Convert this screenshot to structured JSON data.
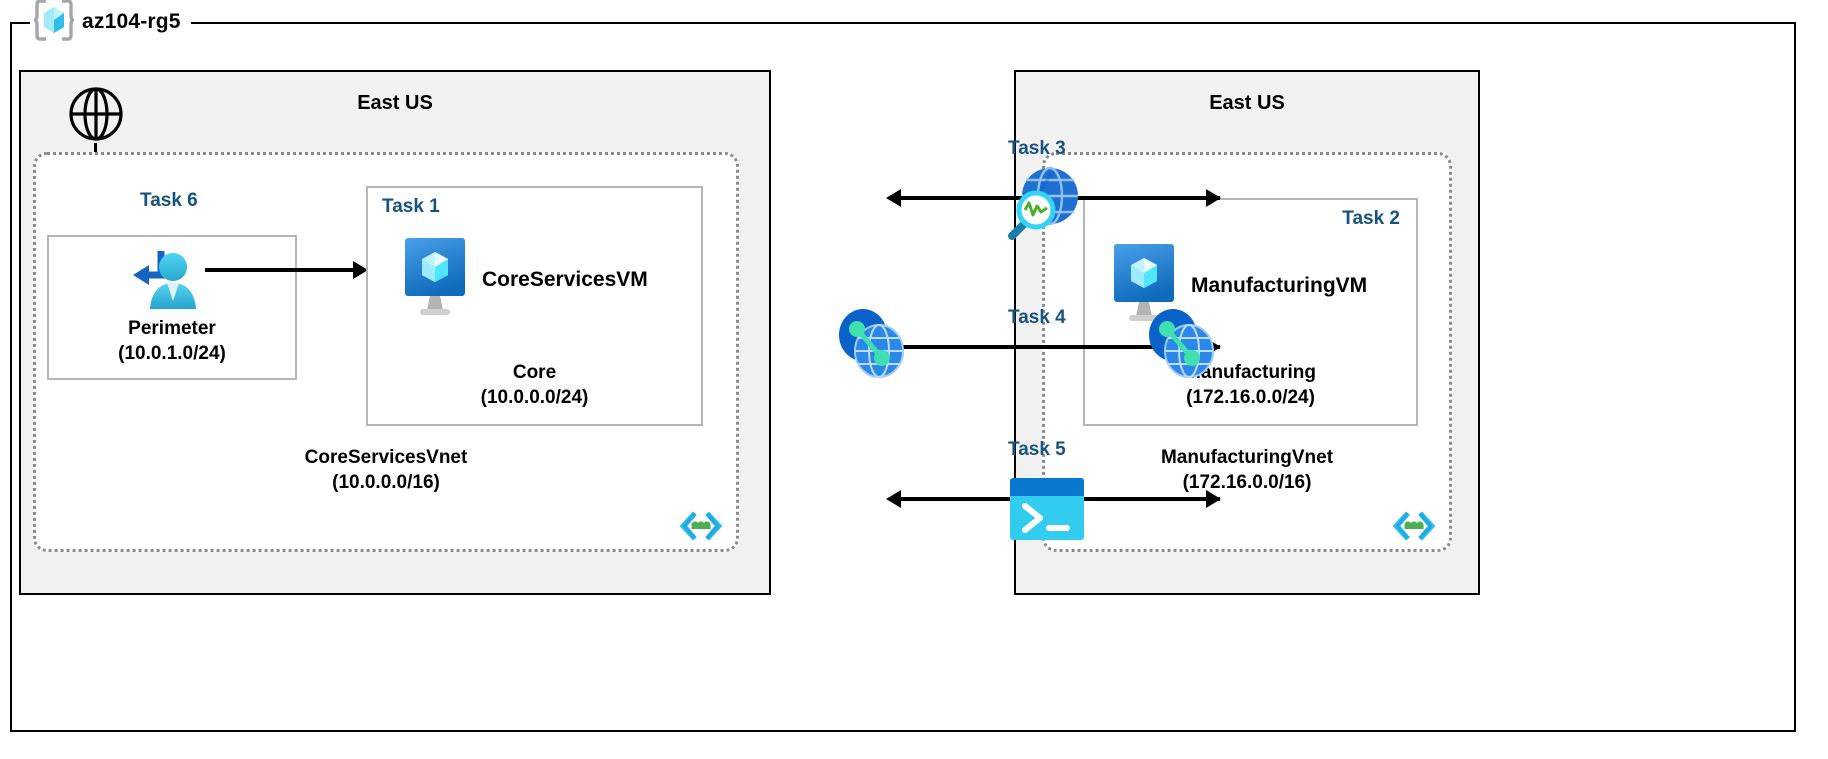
{
  "diagram": {
    "resource_group": {
      "name": "az104-rg5",
      "icon": "azure-resource-group-icon"
    },
    "regions": [
      {
        "id": "left",
        "title": "East US"
      },
      {
        "id": "right",
        "title": "East US"
      }
    ],
    "vnets": [
      {
        "id": "core-services-vnet",
        "name": "CoreServicesVnet",
        "address_space": "(10.0.0.0/16)",
        "icon": "virtual-network-icon"
      },
      {
        "id": "manufacturing-vnet",
        "name": "ManufacturingVnet",
        "address_space": "(172.16.0.0/16)",
        "icon": "virtual-network-icon"
      }
    ],
    "subnets": [
      {
        "id": "perimeter",
        "task": "Task 6",
        "name": "Perimeter",
        "address_space": "(10.0.1.0/24)",
        "icon": "user-route-icon"
      },
      {
        "id": "core",
        "task": "Task 1",
        "name": "Core",
        "address_space": "(10.0.0.0/24)",
        "vm": "CoreServicesVM",
        "icon": "virtual-machine-icon"
      },
      {
        "id": "manufacturing",
        "task": "Task 2",
        "name": "Manufacturing",
        "address_space": "(172.16.0.0/24)",
        "vm": "ManufacturingVM",
        "icon": "virtual-machine-icon"
      }
    ],
    "connections": [
      {
        "id": "task3",
        "task": "Task 3",
        "icon": "network-watcher-icon",
        "direction": "bidirectional"
      },
      {
        "id": "task4",
        "task": "Task 4",
        "icon": "vnet-peering-icon",
        "direction": "bidirectional"
      },
      {
        "id": "task5",
        "task": "Task 5",
        "icon": "cloud-shell-icon",
        "direction": "bidirectional"
      }
    ],
    "internet": {
      "icon": "internet-globe-icon"
    },
    "colors": {
      "task_label": "#16537e",
      "region_fill": "#f1f1f1",
      "vnet_border": "#8a8a8a",
      "subnet_border": "#b6b6b6",
      "azure_blue": "#0078d4",
      "cyan": "#50e6ff",
      "connector": "#000000"
    }
  }
}
